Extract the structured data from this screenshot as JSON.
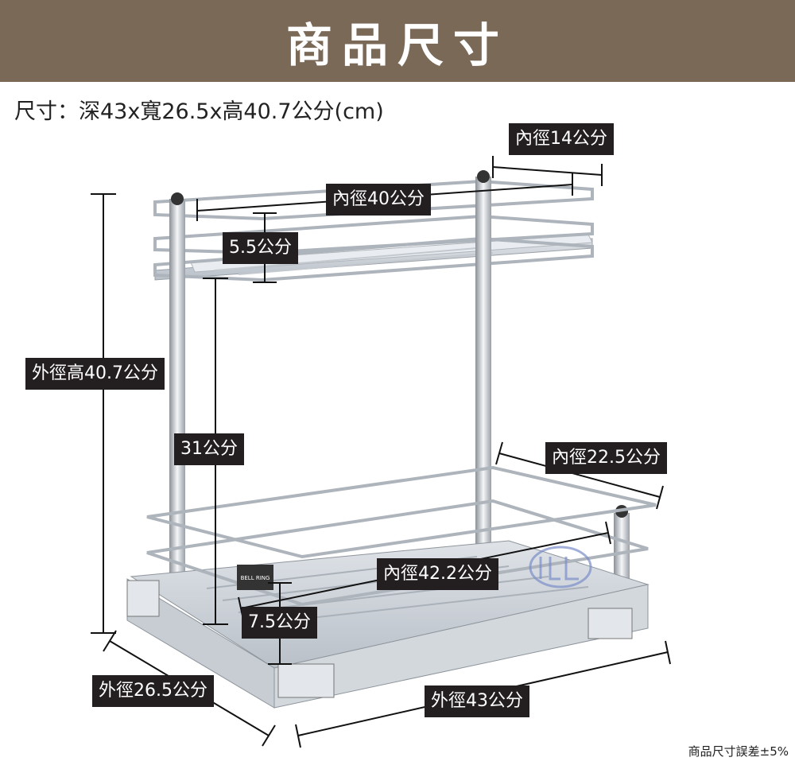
{
  "header": {
    "title": "商品尺寸"
  },
  "spec_line": "尺寸：深43x寬26.5x高40.7公分(cm)",
  "labels": {
    "inner_14": "內徑14公分",
    "inner_40": "內徑40公分",
    "depth_5_5": "5.5公分",
    "outer_height": "外徑高40.7公分",
    "gap_31": "31公分",
    "inner_22_5": "內徑22.5公分",
    "inner_42_2": "內徑42.2公分",
    "depth_7_5": "7.5公分",
    "outer_26_5": "外徑26.5公分",
    "outer_43": "外徑43公分"
  },
  "brand_text": "BELL RING",
  "footnote": "商品尺寸誤差±5%"
}
